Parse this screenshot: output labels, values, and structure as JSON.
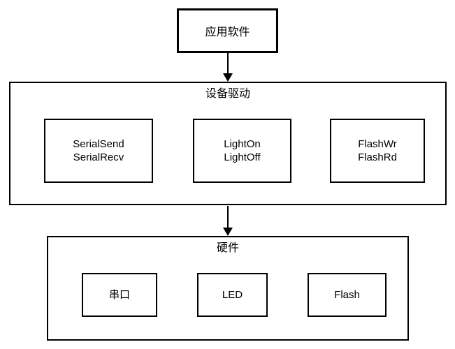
{
  "diagram": {
    "colors": {
      "line": "#000000",
      "text": "#000000",
      "background": "#ffffff"
    },
    "app_box": {
      "label": "应用软件"
    },
    "driver_layer": {
      "title": "设备驱动",
      "modules": [
        {
          "lines": [
            "SerialSend",
            "SerialRecv"
          ]
        },
        {
          "lines": [
            "LightOn",
            "LightOff"
          ]
        },
        {
          "lines": [
            "FlashWr",
            "FlashRd"
          ]
        }
      ]
    },
    "hardware_layer": {
      "title": "硬件",
      "modules": [
        {
          "label": "串口"
        },
        {
          "label": "LED"
        },
        {
          "label": "Flash"
        }
      ]
    },
    "connections": [
      {
        "from": "应用软件",
        "to": "设备驱动"
      },
      {
        "from": "设备驱动",
        "to": "硬件"
      }
    ]
  }
}
